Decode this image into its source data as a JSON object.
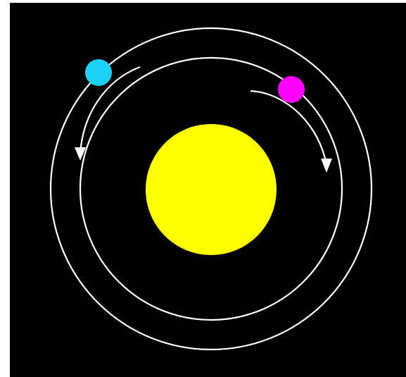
{
  "diagram": {
    "background_color": "#000000",
    "star": {
      "name": "star",
      "color": "#ffff00"
    },
    "orbits": [
      {
        "name": "outer-orbit",
        "color": "#ffffff"
      },
      {
        "name": "inner-orbit",
        "color": "#ffffff"
      }
    ],
    "planets": [
      {
        "name": "outer-planet",
        "color": "#1cd1f5",
        "motion": "counterclockwise"
      },
      {
        "name": "inner-planet",
        "color": "#ff00ff",
        "motion": "clockwise"
      }
    ],
    "arrow_color": "#ffffff"
  }
}
